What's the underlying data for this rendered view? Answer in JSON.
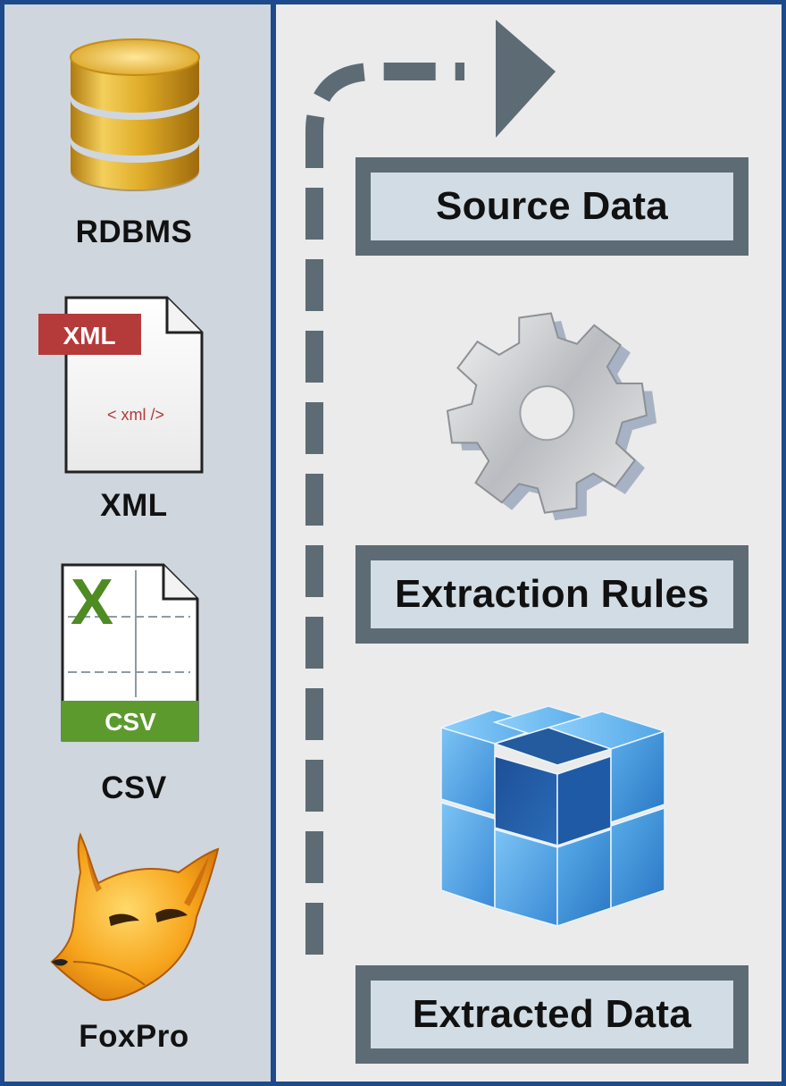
{
  "sources": [
    {
      "id": "rdbms",
      "label": "RDBMS",
      "icon": "database-icon"
    },
    {
      "id": "xml",
      "label": "XML",
      "icon": "xml-file-icon",
      "badge": "XML",
      "code": "< xml />"
    },
    {
      "id": "csv",
      "label": "CSV",
      "icon": "csv-file-icon",
      "badge": "CSV",
      "glyph": "X"
    },
    {
      "id": "foxpro",
      "label": "FoxPro",
      "icon": "foxpro-icon"
    }
  ],
  "steps": [
    {
      "id": "source",
      "label": "Source Data"
    },
    {
      "id": "rules",
      "label": "Extraction Rules",
      "icon": "gear-icon"
    },
    {
      "id": "extracted",
      "label": "Extracted Data",
      "icon": "cube-icon"
    }
  ],
  "colors": {
    "frame": "#1d4a8a",
    "left_panel": "#cfd6de",
    "right_panel": "#ebebeb",
    "box_border": "#5d6b75",
    "box_fill": "#d2dce4",
    "arrow": "#5d6b75",
    "xml_badge": "#b53a3a",
    "csv_badge": "#5c9a2d",
    "database_gold": "#d9a81e",
    "cube_blue": "#3a8ad6"
  }
}
